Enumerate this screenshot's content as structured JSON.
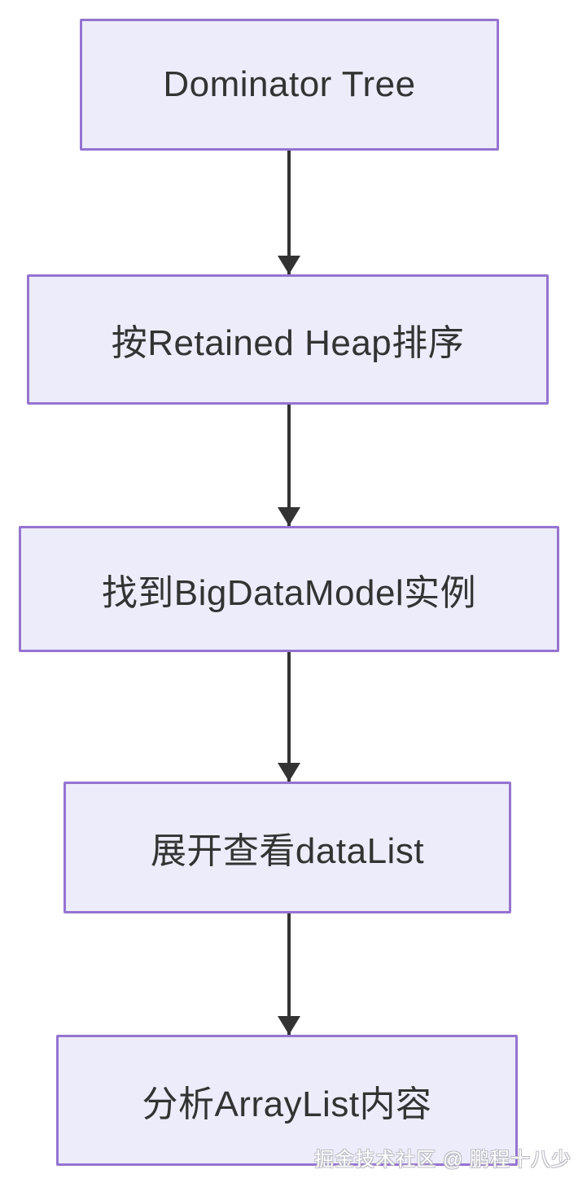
{
  "diagram": {
    "type": "flowchart",
    "direction": "top-down",
    "nodes": [
      {
        "id": "n1",
        "label": "Dominator Tree"
      },
      {
        "id": "n2",
        "label": "按Retained Heap排序"
      },
      {
        "id": "n3",
        "label": "找到BigDataModel实例"
      },
      {
        "id": "n4",
        "label": "展开查看dataList"
      },
      {
        "id": "n5",
        "label": "分析ArrayList内容"
      }
    ],
    "edges": [
      {
        "from": "n1",
        "to": "n2"
      },
      {
        "from": "n2",
        "to": "n3"
      },
      {
        "from": "n3",
        "to": "n4"
      },
      {
        "from": "n4",
        "to": "n5"
      }
    ],
    "colors": {
      "node_fill": "#ECECFB",
      "node_border": "#9673D1",
      "arrow": "#333333",
      "text": "#333333",
      "background": "#FFFFFF"
    }
  },
  "watermark": {
    "text": "掘金技术社区 @ 鹏程十八少"
  }
}
